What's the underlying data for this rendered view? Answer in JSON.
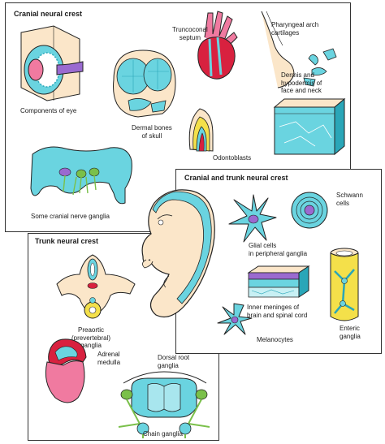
{
  "colors": {
    "crest": "#6ad4e0",
    "crest_dark": "#2aa6b8",
    "pink": "#f07aa0",
    "red": "#d8213f",
    "purple": "#9a6ad0",
    "yellow": "#f4e04a",
    "skin": "#fbe6c9",
    "green": "#7ac04a",
    "outline": "#222222"
  },
  "panels": {
    "cranial": {
      "title": "Cranial neural crest",
      "labels": {
        "eye": "Components of eye",
        "skull": "Dermal bones\nof skull",
        "septum": "Truncoconal\nseptum",
        "arch": "Pharyngeal arch\ncartilages",
        "dermis": "Dermis and\nhypodermis of\nface and neck",
        "odonto": "Odontoblasts",
        "ganglia": "Some cranial nerve ganglia"
      }
    },
    "cranial_trunk": {
      "title": "Cranial and trunk neural crest",
      "labels": {
        "schwann": "Schwann\ncells",
        "glial": "Glial cells\nin peripheral ganglia",
        "meninges": "Inner meninges of\nbrain and spinal cord",
        "enteric": "Enteric\nganglia",
        "melanocytes": "Melanocytes"
      }
    },
    "trunk": {
      "title": "Trunk neural crest",
      "labels": {
        "preaortic": "Preaortic\n(prevertebral)\nganglia",
        "adrenal": "Adrenal\nmedulla",
        "dorsal": "Dorsal root\nganglia",
        "chain": "Chain ganglia"
      }
    }
  }
}
